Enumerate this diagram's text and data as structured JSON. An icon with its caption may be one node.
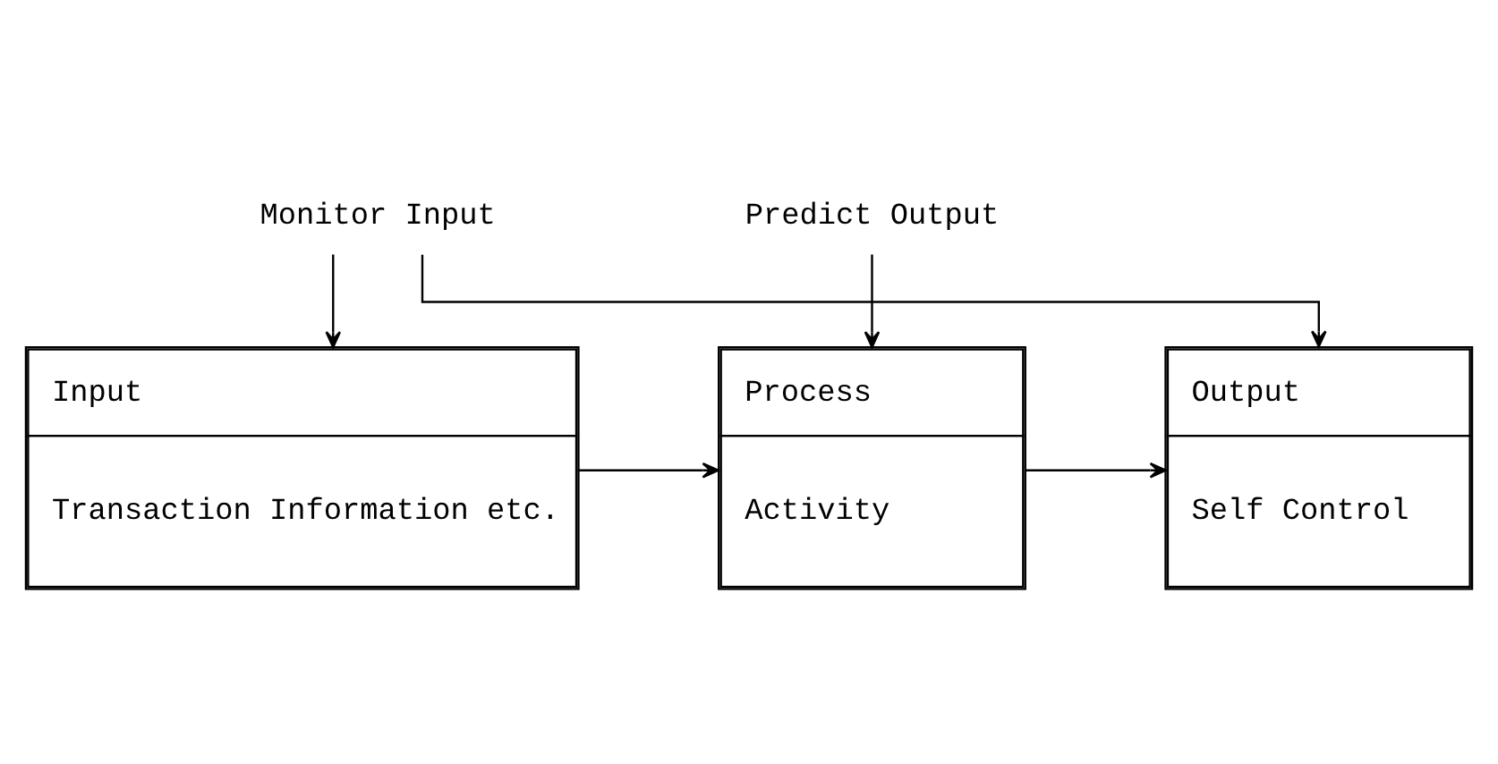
{
  "diagram": {
    "nodes": [
      {
        "text": [
          "Monitor Input"
        ]
      },
      {
        "text": [
          "Predict Output"
        ]
      },
      {
        "text": [
          "Input",
          "Transaction Information etc."
        ]
      },
      {
        "text": [
          "Process",
          "Activity"
        ]
      },
      {
        "text": [
          "Output",
          "Self Control"
        ]
      }
    ],
    "edges": [
      {
        "from": 0,
        "to": 2,
        "arrow": "to"
      },
      {
        "from": 0,
        "to": 4,
        "arrow": "to"
      },
      {
        "from": 1,
        "to": 3,
        "arrow": "to"
      },
      {
        "from": 2,
        "to": 3,
        "arrow": "to"
      },
      {
        "from": 3,
        "to": 4,
        "arrow": "to"
      }
    ]
  }
}
